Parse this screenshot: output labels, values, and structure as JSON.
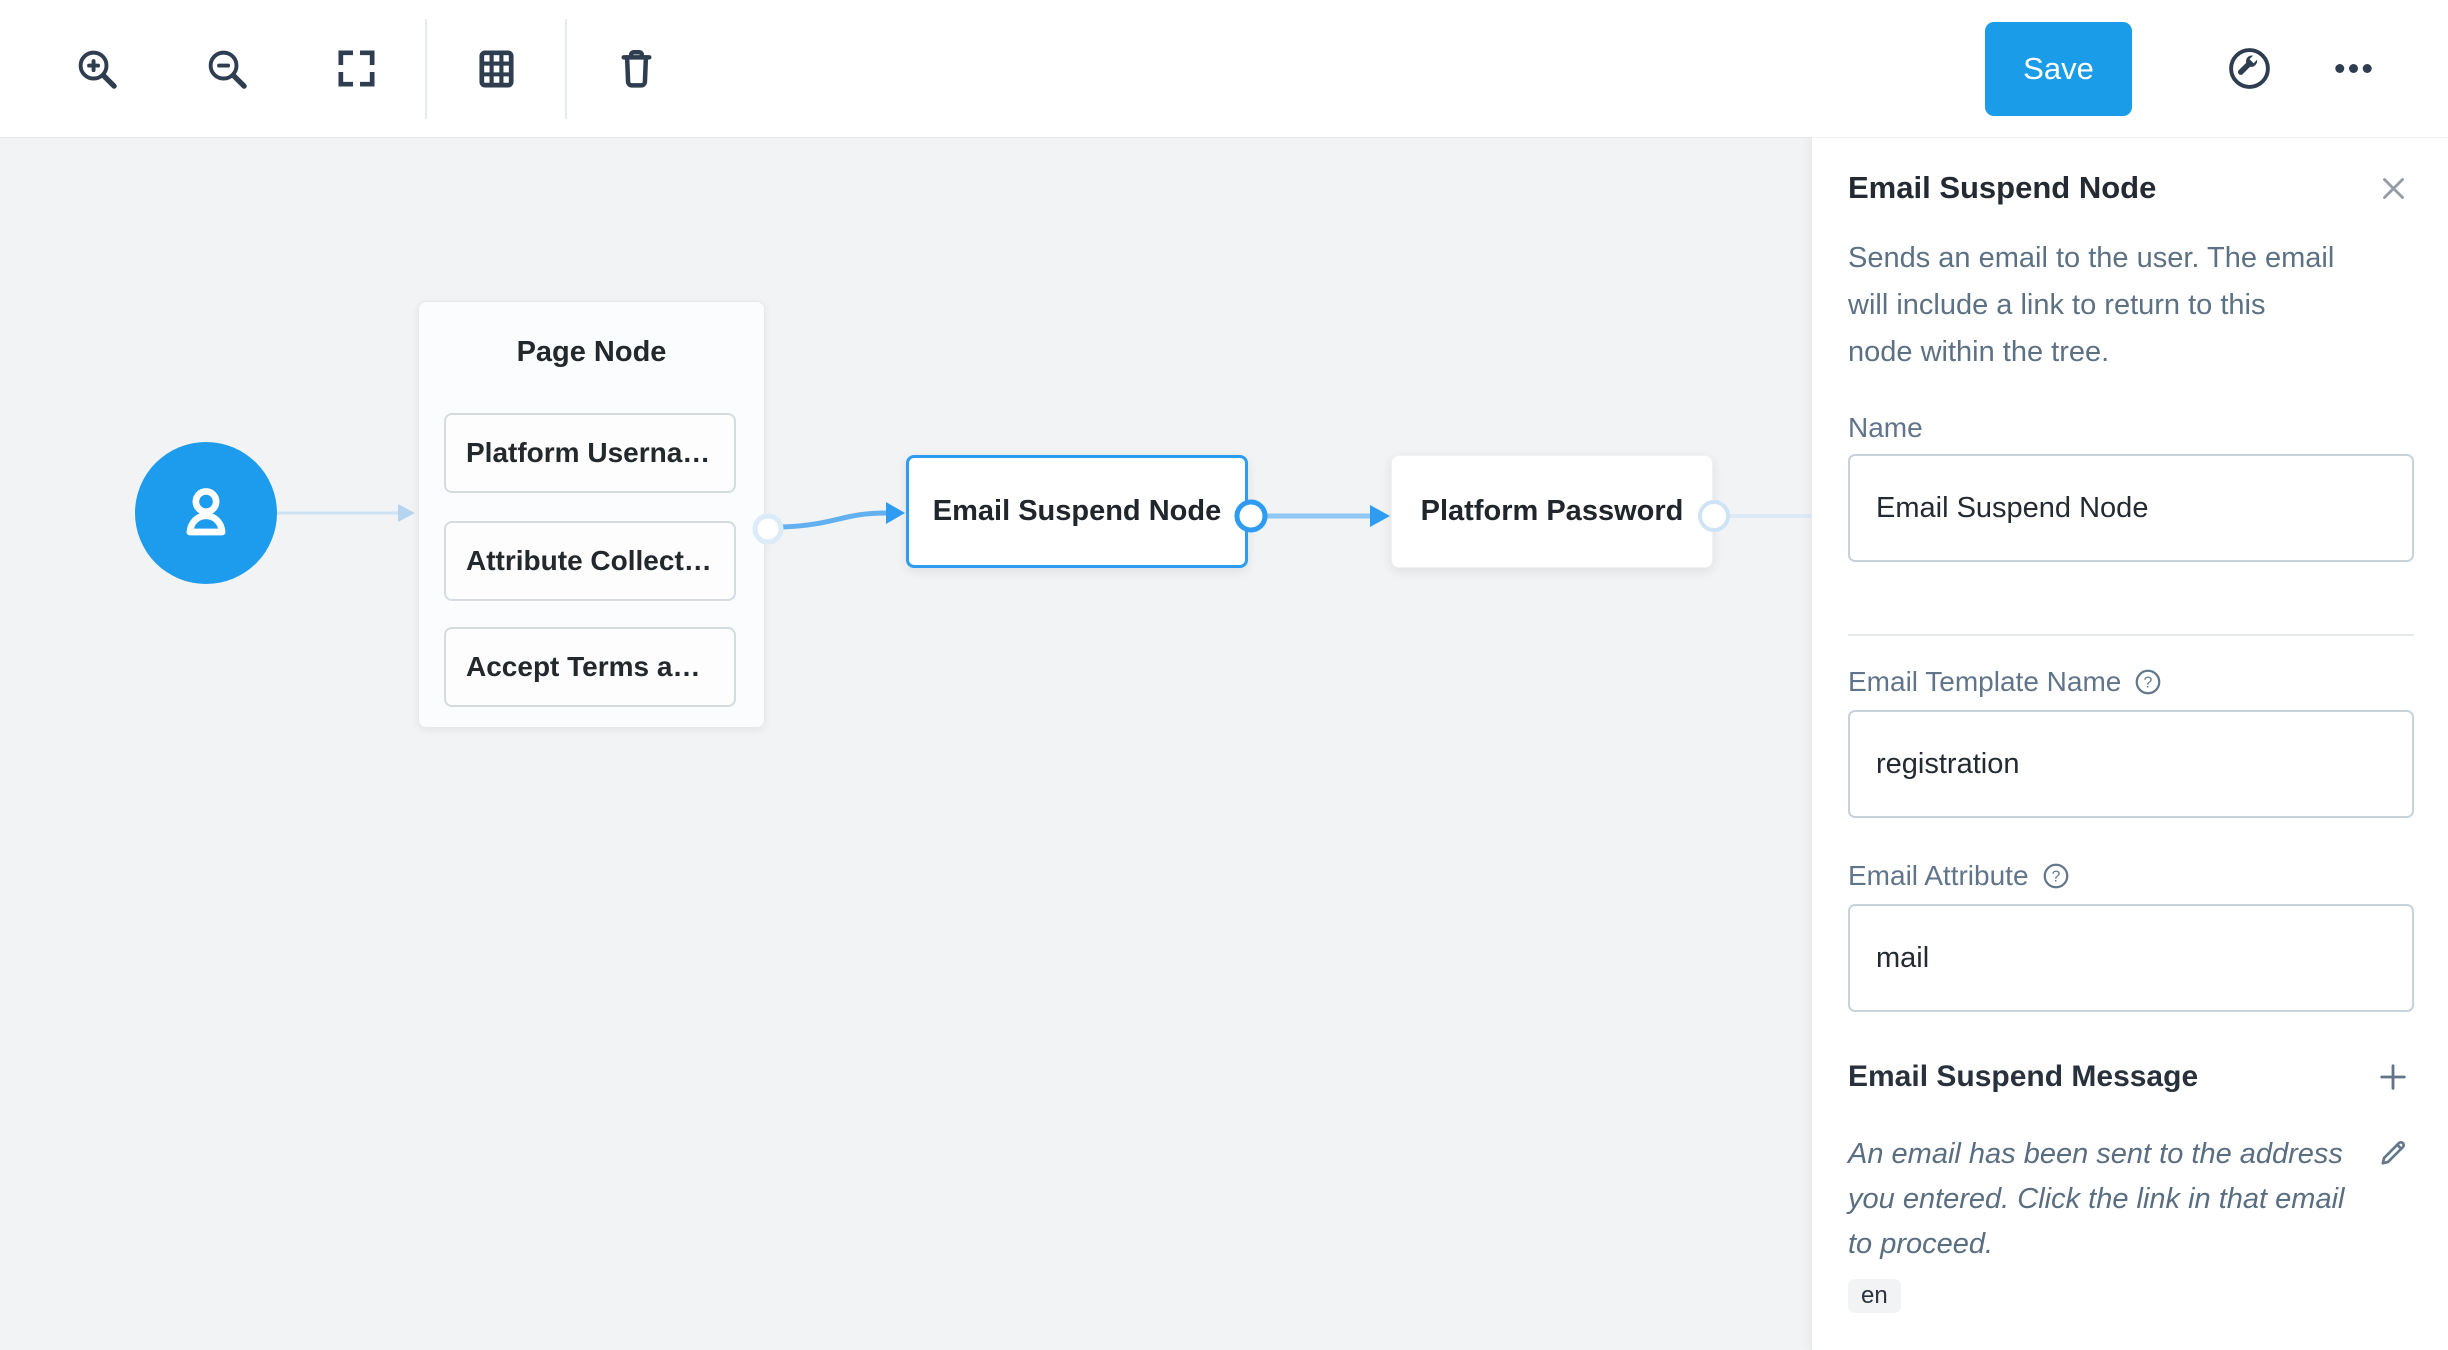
{
  "colors": {
    "accent_blue": "#1b9ce9",
    "start_node_blue": "#1d9cee",
    "selected_node_border": "#2e9cf0",
    "edge_blue": "#8ec7f3",
    "edge_light_blue": "#cfe2f4",
    "toolbar_icon": "#2e3d4f",
    "canvas_background": "#f2f3f4",
    "label_gray": "#61758a",
    "text_dark": "#242a31"
  },
  "toolbar": {
    "save_label": "Save",
    "icons": [
      "zoom-in",
      "zoom-out",
      "fit-to-screen",
      "grid",
      "delete",
      "build",
      "more-options"
    ]
  },
  "canvas": {
    "start_node": {
      "icon": "user"
    },
    "page_node": {
      "title": "Page Node",
      "items": [
        "Platform Userna…",
        "Attribute Collect…",
        "Accept Terms a…"
      ]
    },
    "email_suspend_node": {
      "label": "Email Suspend Node",
      "selected": true
    },
    "platform_password_node": {
      "label": "Platform Password"
    }
  },
  "panel": {
    "title": "Email Suspend Node",
    "description_lines": [
      "Sends an email to the user. The email",
      "will include a link to return to this",
      "node within the tree."
    ],
    "name_field": {
      "label": "Name",
      "value": "Email Suspend Node"
    },
    "email_template_field": {
      "label": "Email Template Name",
      "value": "registration"
    },
    "email_attribute_field": {
      "label": "Email Attribute",
      "value": "mail"
    },
    "message_section": {
      "heading": "Email Suspend Message",
      "message_lines": [
        "An email has been sent to the address",
        "you entered. Click the link in that email",
        "to proceed."
      ],
      "locale_badge": "en"
    }
  }
}
